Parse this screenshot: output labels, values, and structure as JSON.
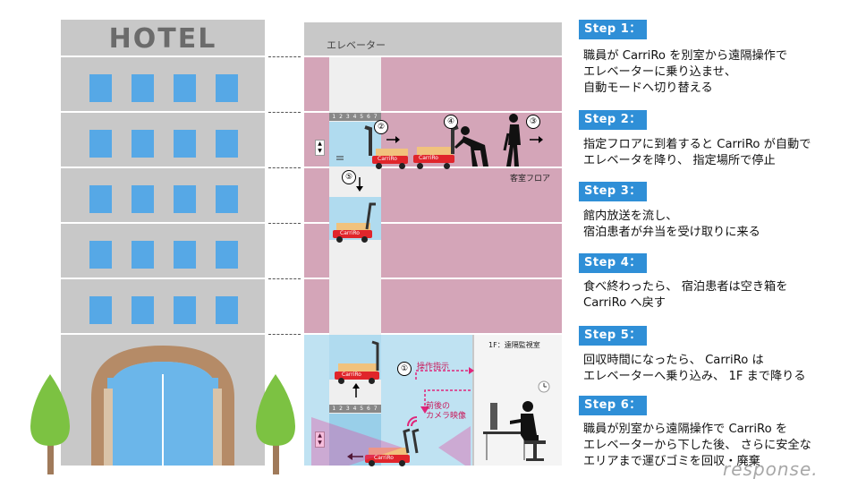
{
  "hotel": {
    "sign": "HOTEL"
  },
  "elevator": {
    "label": "エレベーター",
    "floor_indicator": "1 2 3 4 5 6 7"
  },
  "floors": {
    "guest_floor_label": "客室フロア",
    "monitor_room_label": "1F：遠隔監視室"
  },
  "diagram_labels": {
    "cart_brand": "CarriRo",
    "n1": "①",
    "n2": "②",
    "n3": "③",
    "n4": "④",
    "n5": "⑤",
    "operation": "操作指示",
    "camera_line1": "前後の",
    "camera_line2": "カメラ映像"
  },
  "steps": [
    {
      "title": "Step 1：",
      "lines": [
        "職員が CarriRo を別室から遠隔操作で",
        "エレベーターに乗り込ませ、",
        "自動モードへ切り替える"
      ]
    },
    {
      "title": "Step 2：",
      "lines": [
        "指定フロアに到着すると CarriRo が自動で",
        "エレベータを降り、 指定場所で停止"
      ]
    },
    {
      "title": "Step 3：",
      "lines": [
        "館内放送を流し、",
        "宿泊患者が弁当を受け取りに来る"
      ]
    },
    {
      "title": "Step 4：",
      "lines": [
        "食べ終わったら、 宿泊患者は空き箱を",
        "CarriRo へ戻す"
      ]
    },
    {
      "title": "Step 5：",
      "lines": [
        "回収時間になったら、 CarriRo は",
        "エレベーターへ乗り込み、 1F まで降りる"
      ]
    },
    {
      "title": "Step 6：",
      "lines": [
        "職員が別室から遠隔操作で CarriRo を",
        "エレベーターから下した後、 さらに安全な",
        "エリアまで運びゴミを回収・廃棄"
      ]
    }
  ],
  "watermark": "response.",
  "colors": {
    "window": "#56a8e6",
    "step_badge": "#2f8fd7",
    "pink_floor": "#d4a5b8",
    "cart": "#e0252b",
    "tree": "#7cc242"
  }
}
